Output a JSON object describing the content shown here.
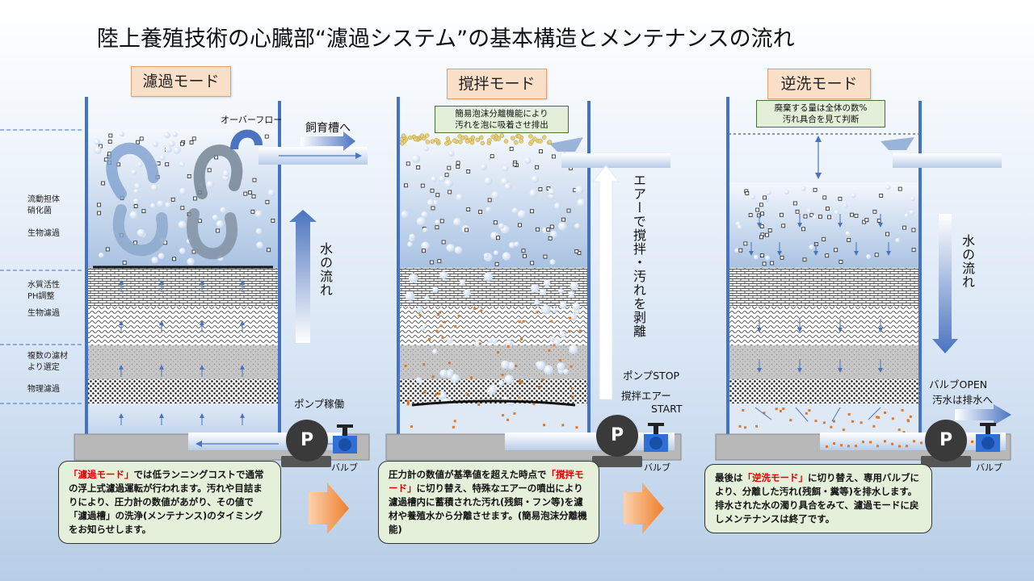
{
  "title": "陸上養殖技術の心臓部“濾過システム”の基本構造とメンテナンスの流れ",
  "modes": {
    "filter": "濾過モード",
    "stir": "撹拌モード",
    "backwash": "逆洗モード"
  },
  "side_labels": {
    "layer1_line1": "流動担体",
    "layer1_line2": "硝化菌",
    "layer1_tag": "生物濾過",
    "layer2_line1": "水質活性",
    "layer2_line2": "PH調整",
    "layer2_tag": "生物濾過",
    "layer3_line1": "複数の濾材",
    "layer3_line2": "より選定",
    "layer3_tag": "物理濾過"
  },
  "labels": {
    "overflow": "オーバーフロー",
    "to_tank": "飼育槽へ",
    "water_flow": "水の流れ",
    "pump_on": "ポンプ稼働",
    "valve": "バルブ",
    "pump_symbol": "P",
    "air_stir": "エアーで撹拌・汚れを剥離",
    "pump_stop": "ポンプSTOP",
    "air_start_1": "撹拌エアー",
    "air_start_2": "START",
    "valve_open": "バルブOPEN",
    "drain": "汚水は排水へ",
    "water_flow_2": "水の流れ"
  },
  "callouts": {
    "foam_1": "簡易泡沫分離機能により",
    "foam_2": "汚れを泡に吸着させ排出",
    "discard_1": "廃棄する量は全体の数%",
    "discard_2": "汚れ具合を見て判断"
  },
  "descriptions": {
    "filter": {
      "hl": "「濾過モード」",
      "text": "では低ランニングコストで通常の浮上式濾過運転が行われます。汚れや目詰まりにより、圧力計の数値があがり、その値で「濾過槽」の洗浄(メンテナンス)のタイミングをお知らせします。"
    },
    "stir": {
      "pre": "圧力計の数値が基準値を超えた時点で",
      "hl": "「撹拌モード」",
      "text": "に切り替え、特殊なエアーの噴出により濾過槽内に蓄積された汚れ(残餌・フン等)を濾材や養殖水から分離させます。(簡易泡沫分離機能)"
    },
    "backwash": {
      "pre": "最後は",
      "hl": "「逆洗モード」",
      "text": "に切り替え、専用バルブにより、分離した汚れ(残餌・糞等)を排水します。排水された水の濁り具合をみて、濾過モードに戻しメンテナンスは終了です。"
    }
  },
  "colors": {
    "tank_wall": "#4472c4",
    "mode_box": "#fbe0c9",
    "callout": "#e3efd9",
    "next_arrow": "#f08a3c",
    "pump": "#3a3a3a",
    "valve": "#2f6fd6",
    "dirt": "#e0782a"
  }
}
